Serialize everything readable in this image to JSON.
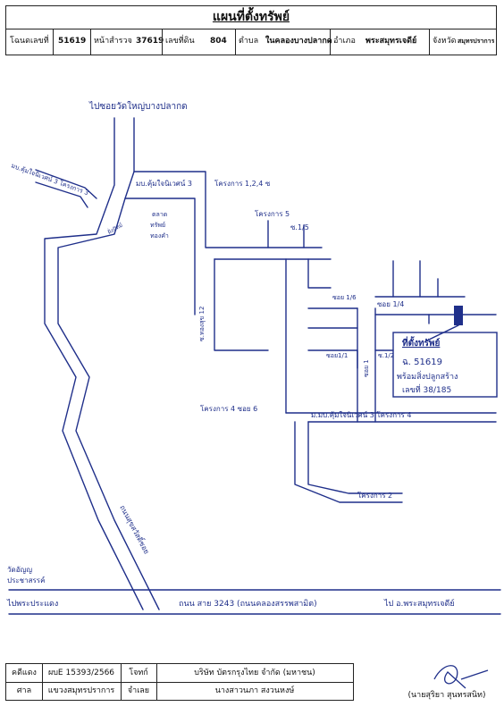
{
  "header": {
    "title": "แผนที่ตั้งทรัพย์",
    "deed_label": "โฉนดเลขที่",
    "deed_no": "51619",
    "survey_label": "หน้าสำรวจ",
    "survey_no": "37619",
    "land_label": "เลขที่ดิน",
    "land_no": "804",
    "subdistrict_label": "ตำบล",
    "subdistrict": "ในคลองบางปลากด",
    "district_label": "อำเภอ",
    "district": "พระสมุทรเจดีย์",
    "province_label": "จังหวัด",
    "province": "สมุทรปราการ"
  },
  "map_labels": {
    "to_road_top": "ไปซอยวัดใหญ่บางปลากด",
    "mb_khum_left": "มบ.คุ้มใจนิเวศน์ 3 โครงการ 3",
    "mb_khum_top": "มบ.คุ้มใจนิเวศน์ 3",
    "project_124": "โครงการ 1,2,4 ซ",
    "market1": "ตลาด",
    "market2": "ทรัพย์",
    "market3": "ทองคำ",
    "wat_small": "ฝั่งปัทม์",
    "project5": "โครงการ 5",
    "soi15": "ซ.1/5",
    "soi16": "ซอย 1/6",
    "soi14": "ซอย 1/4",
    "soi11": "ซอย1/1",
    "soi12": "ซ.1/2",
    "soi1": "ซอย 1",
    "soi_vertical_left": "ซ.ทองสุข 12",
    "property_title": "ที่ตั้งทรัพย์",
    "property_deed": "ฉ. 51619",
    "property_desc": "พร้อมสิ่งปลูกสร้าง",
    "property_house": "เลขที่ 38/185",
    "project4_soi6": "โครงการ 4 ซอย 6",
    "mb_khum_project4": "ม.มบ.คุ้มใจนิเวศน์ 3 โครงการ 4",
    "project2": "โครงการ 2",
    "road_vertical": "ถนนสุขสวัสดิ์ซอย",
    "wat_bottom1": "วัดอัญญ",
    "wat_bottom2": "ประชาสรรค์",
    "to_bottom_left": "ไปพระประแดง",
    "main_road": "ถนน สาย 3243 (ถนนคลองสรรพสามิต)",
    "to_bottom_right": "ไป อ.พระสมุทรเจดีย์"
  },
  "footer": {
    "plaintiff_label": "คดีแดง",
    "case_no": "ผบE 15393/2566",
    "plaintiff_role": "โจทก์",
    "plaintiff": "บริษัท บัตรกรุงไทย จำกัด (มหาชน)",
    "court_label": "ศาล",
    "court": "แขวงสมุทรปราการ",
    "defendant_role": "จำเลย",
    "defendant": "นางสาวนภา สงวนหงษ์"
  },
  "signature": {
    "name": "(นายสุริยา สุนทรสนิท)"
  },
  "colors": {
    "ink": "#1f2f8a",
    "border": "#222222"
  }
}
